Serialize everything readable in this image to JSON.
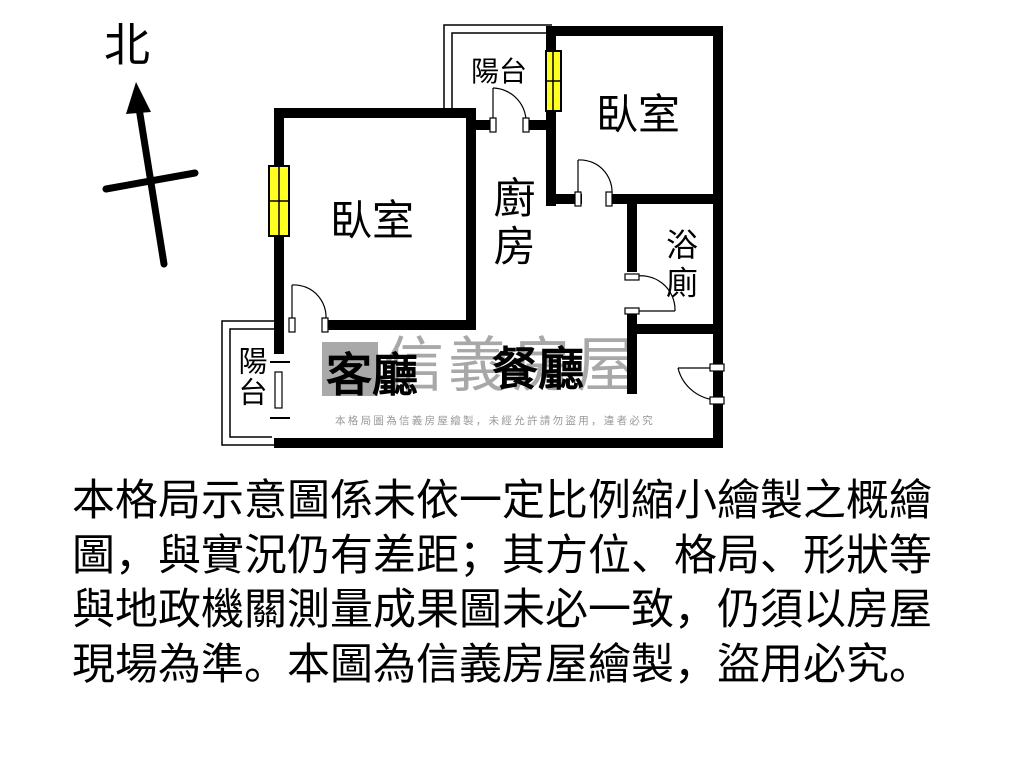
{
  "compass": {
    "label": "北",
    "icon": "north-arrow-icon"
  },
  "rooms": {
    "bedroom_left": "臥室",
    "bedroom_right": "臥室",
    "balcony_top": "陽台",
    "balcony_left": "陽台",
    "kitchen": "廚房",
    "bathroom": "浴廁",
    "living_room": "客廳",
    "dining_room": "餐廳"
  },
  "watermark": {
    "brand": "信義房屋",
    "notice": "本格局圖為信義房屋繪製，未經允許請勿盜用，違者必究"
  },
  "colors": {
    "wall": "#000000",
    "window": "#ffff22",
    "watermark": "#9a9a9a",
    "background": "#ffffff"
  },
  "disclaimer": "本格局示意圖係未依一定比例縮小繪製之概繪圖，與實況仍有差距；其方位、格局、形狀等與地政機關測量成果圖未必一致，仍須以房屋現場為準。本圖為信義房屋繪製，盜用必究。"
}
